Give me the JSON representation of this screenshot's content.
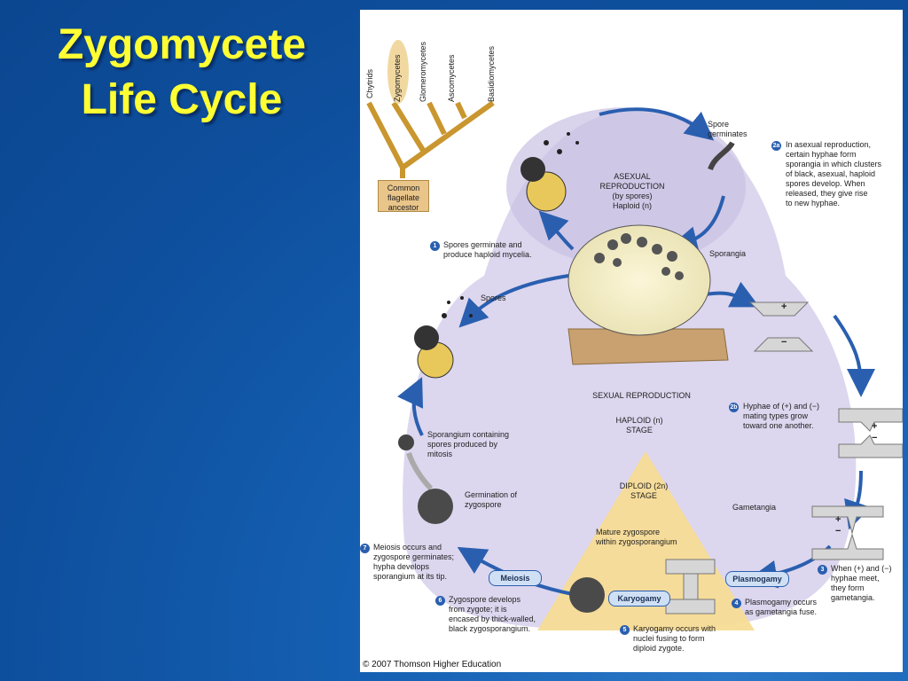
{
  "slide": {
    "title": "Zygomycete\nLife Cycle"
  },
  "tree": {
    "groups": [
      "Chytrids",
      "Zygomycetes",
      "Glomeromycetes",
      "Ascomycetes",
      "Basidiomycetes"
    ],
    "ancestor": "Common\nflagellate\nancestor"
  },
  "phases": {
    "asexual": "ASEXUAL\nREPRODUCTION\n(by spores)\nHaploid (n)",
    "sexual": "SEXUAL REPRODUCTION",
    "haploid": "HAPLOID (n)\nSTAGE",
    "diploid": "DIPLOID (2n)\nSTAGE"
  },
  "labels": {
    "spore_germinates": "Spore\ngerminates",
    "sporangia": "Sporangia",
    "spores": "Spores",
    "sporangium_containing": "Sporangium containing\nspores produced by\nmitosis",
    "germination_zygospore": "Germination of\nzygospore",
    "gametangia": "Gametangia",
    "mature_zygospore": "Mature zygospore\nwithin zygosporangium"
  },
  "steps": [
    {
      "num": "1",
      "text": "Spores germinate and\nproduce haploid mycelia."
    },
    {
      "num": "2a",
      "text": "In asexual reproduction,\ncertain hyphae form\nsporangia in which clusters\nof black, asexual, haploid\nspores develop. When\nreleased, they give rise\nto new hyphae."
    },
    {
      "num": "2b",
      "text": "Hyphae of (+) and (−)\nmating types grow\ntoward one another."
    },
    {
      "num": "3",
      "text": "When (+) and (−)\nhyphae meet,\nthey form\ngametangia."
    },
    {
      "num": "4",
      "text": "Plasmogamy occurs\nas gametangia fuse."
    },
    {
      "num": "5",
      "text": "Karyogamy occurs with\nnuclei fusing to form\ndiploid zygote."
    },
    {
      "num": "6",
      "text": "Zygospore develops\nfrom zygote; it is\nencased by thick-walled,\nblack zygosporangium."
    },
    {
      "num": "7",
      "text": "Meiosis occurs and\nzygospore germinates;\nhypha develops\nsporangium at its tip."
    }
  ],
  "processes": {
    "meiosis": "Meiosis",
    "karyogamy": "Karyogamy",
    "plasmogamy": "Plasmogamy"
  },
  "mating": {
    "plus": "+",
    "minus": "−"
  },
  "credit": "© 2007 Thomson Higher Education",
  "colors": {
    "title": "#ffff33",
    "background": "#1560b3",
    "haploid_fill": "#cfc7e6",
    "diploid_fill": "#f7dc95",
    "arrow": "#2a5fb0"
  }
}
